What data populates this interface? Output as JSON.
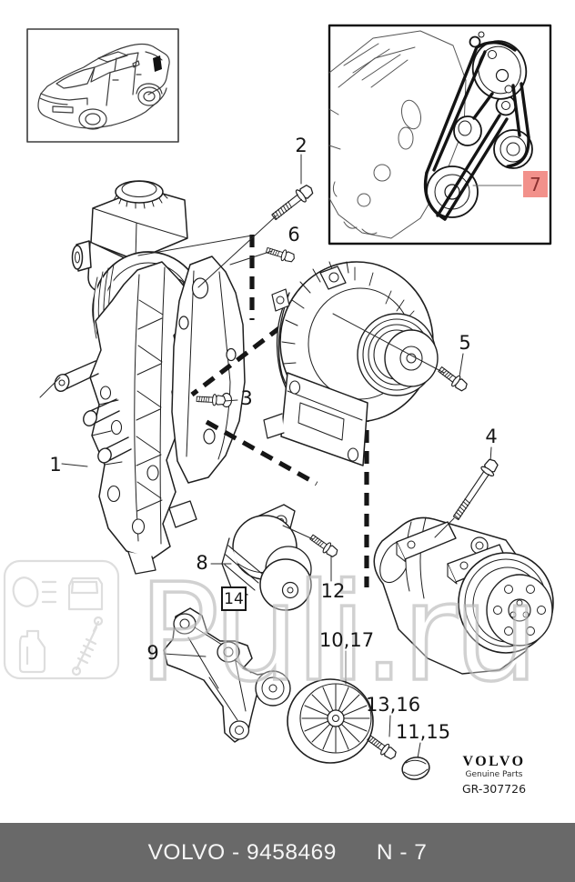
{
  "labels": {
    "n1": "1",
    "n2": "2",
    "n3": "3",
    "n4": "4",
    "n5": "5",
    "n6": "6",
    "n7": "7",
    "n8": "8",
    "n9": "9",
    "n12": "12",
    "n14": "14",
    "n10_17": "10,17",
    "n13_16": "13,16",
    "n11_15": "11,15"
  },
  "watermark": {
    "text": "Puli.ru"
  },
  "brand": {
    "logo": "VOLVO",
    "tagline": "Genuine Parts",
    "drawing_ref": "GR-307726"
  },
  "footer": {
    "part_number": "VOLVO - 9458469",
    "section": "N - 7"
  },
  "colors": {
    "highlight_bg": "#f2918b",
    "highlight_text": "#8a3030",
    "footer_bg": "#696969",
    "footer_text": "#f6f6f6",
    "line": "#1f1f1f",
    "watermark": "#bababa"
  }
}
